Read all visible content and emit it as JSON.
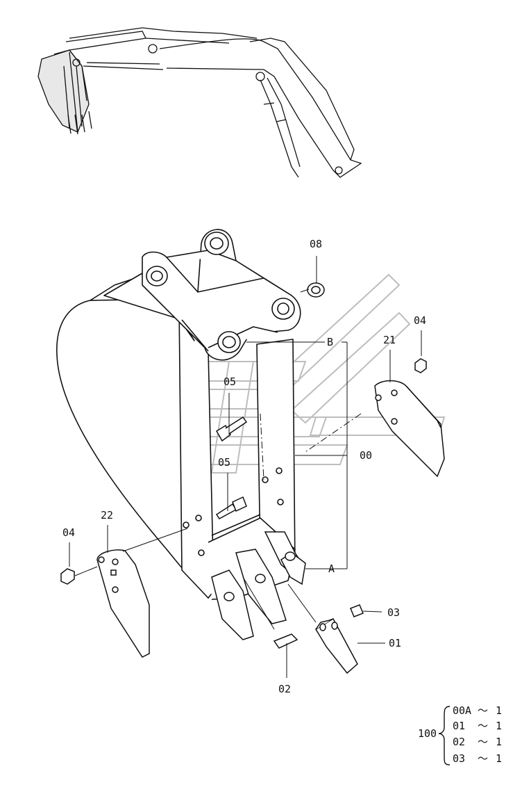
{
  "diagram": {
    "callouts": {
      "c08": "08",
      "c04_right": "04",
      "c21": "21",
      "cB": "B",
      "c05_upper": "05",
      "c05_lower": "05",
      "c00": "00",
      "c22": "22",
      "c04_left": "04",
      "cA": "A",
      "c03": "03",
      "c01": "01",
      "c02": "02"
    },
    "kit_table": {
      "assembly": "100",
      "rows": [
        {
          "part": "00A",
          "sep": "～",
          "qty": "1"
        },
        {
          "part": "01",
          "sep": "～",
          "qty": "1"
        },
        {
          "part": "02",
          "sep": "～",
          "qty": "1"
        },
        {
          "part": "03",
          "sep": "～",
          "qty": "1"
        }
      ]
    },
    "colors": {
      "line": "#111111",
      "watermark": "#bdbdbd",
      "fill": "#ffffff"
    }
  }
}
